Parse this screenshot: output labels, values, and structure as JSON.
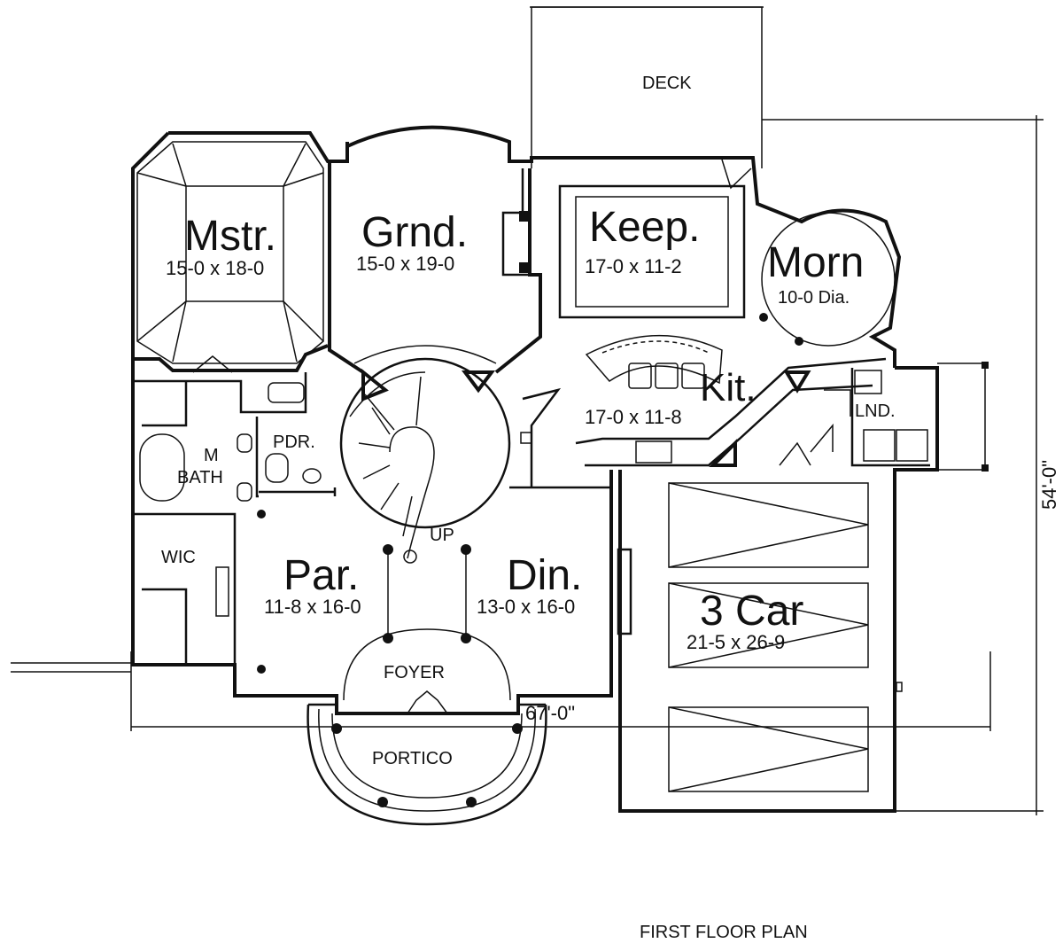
{
  "plan": {
    "title": "FIRST FLOOR PLAN",
    "overall_width": "67'-0\"",
    "overall_depth": "54'-0\"",
    "rooms": {
      "deck": {
        "name": "DECK"
      },
      "master": {
        "name": "Mstr.",
        "size": "15-0 x 18-0"
      },
      "great": {
        "name": "Grnd.",
        "size": "15-0 x 19-0"
      },
      "keeping": {
        "name": "Keep.",
        "size": "17-0 x 11-2"
      },
      "morning": {
        "name": "Morn",
        "size": "10-0 Dia."
      },
      "kitchen": {
        "name": "Kit.",
        "size": "17-0 x 11-8"
      },
      "laundry": {
        "name": "LND."
      },
      "powder": {
        "name": "PDR."
      },
      "master_bath": {
        "line1": "M",
        "line2": "BATH"
      },
      "wic": {
        "name": "WIC"
      },
      "stair": {
        "name": "UP"
      },
      "parlor": {
        "name": "Par.",
        "size": "11-8 x 16-0"
      },
      "dining": {
        "name": "Din.",
        "size": "13-0 x 16-0"
      },
      "garage": {
        "name": "3 Car",
        "size": "21-5 x 26-9"
      },
      "foyer": {
        "name": "FOYER"
      },
      "portico": {
        "name": "PORTICO"
      }
    }
  }
}
